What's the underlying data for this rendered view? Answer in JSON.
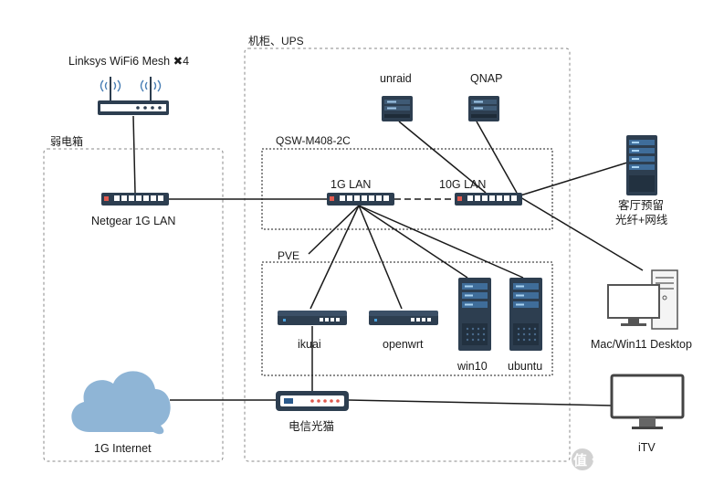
{
  "groups": {
    "cabinet": "机柜、UPS",
    "weak_box": "弱电箱",
    "switch_group": "QSW-M408-2C",
    "pve": "PVE"
  },
  "nodes": {
    "linksys": "Linksys WiFi6 Mesh ✖4",
    "netgear": "Netgear 1G LAN",
    "internet": "1G Internet",
    "unraid": "unraid",
    "qnap": "QNAP",
    "lan1g": "1G LAN",
    "lan10g": "10G LAN",
    "reserved_line1": "客厅预留",
    "reserved_line2": "光纤+网线",
    "desktop": "Mac/Win11 Desktop",
    "ikuai": "ikuai",
    "openwrt": "openwrt",
    "win10": "win10",
    "ubuntu": "ubuntu",
    "modem": "电信光猫",
    "itv": "iTV"
  },
  "watermark": "值 什么值得买",
  "colors": {
    "device_dark": "#2d3e50",
    "device_blue": "#2a5a8c",
    "cloud": "#8fb5d6",
    "port_red": "#e05a4f",
    "border_dash": "#8a8a8a",
    "line": "#1a1a1a"
  }
}
